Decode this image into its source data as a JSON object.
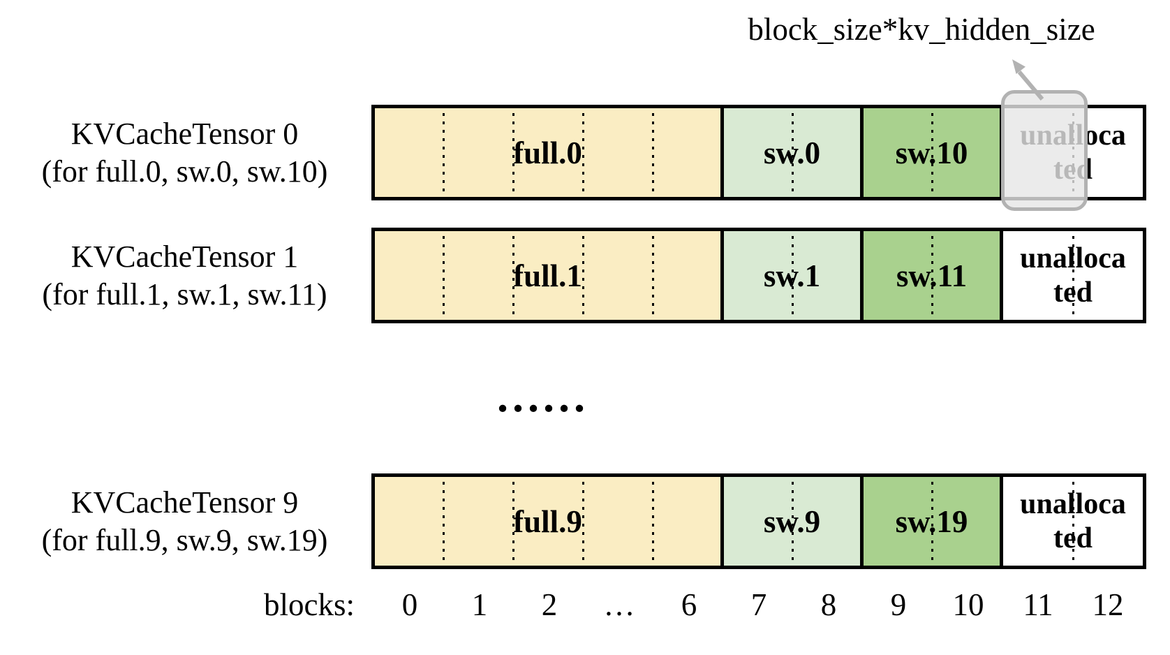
{
  "annotation": {
    "label": "block_size*kv_hidden_size"
  },
  "rows": [
    {
      "title": "KVCacheTensor 0",
      "subtitle": "(for full.0, sw.0, sw.10)",
      "full": "full.0",
      "sw_low": "sw.0",
      "sw_high": "sw.10",
      "unallocated_line1": "unalloca",
      "unallocated_line2": "ted"
    },
    {
      "title": "KVCacheTensor 1",
      "subtitle": "(for full.1, sw.1, sw.11)",
      "full": "full.1",
      "sw_low": "sw.1",
      "sw_high": "sw.11",
      "unallocated_line1": "unalloca",
      "unallocated_line2": "ted"
    },
    {
      "title": "KVCacheTensor 9",
      "subtitle": "(for full.9, sw.9, sw.19)",
      "full": "full.9",
      "sw_low": "sw.9",
      "sw_high": "sw.19",
      "unallocated_line1": "unalloca",
      "unallocated_line2": "ted"
    }
  ],
  "ellipsis": "......",
  "axis": {
    "label": "blocks:",
    "ticks": [
      "0",
      "1",
      "2",
      "…",
      "6",
      "7",
      "8",
      "9",
      "10",
      "11",
      "12"
    ]
  },
  "colors": {
    "full_segment": "#FAEDC3",
    "sw_low_segment": "#D9EAD3",
    "sw_high_segment": "#A9D18E",
    "unallocated_segment": "#FFFFFF",
    "bar_border": "#000000",
    "highlight_fill": "#E6E6E6",
    "highlight_border": "#B2B2B2",
    "arrow": "#B2B2B2"
  }
}
